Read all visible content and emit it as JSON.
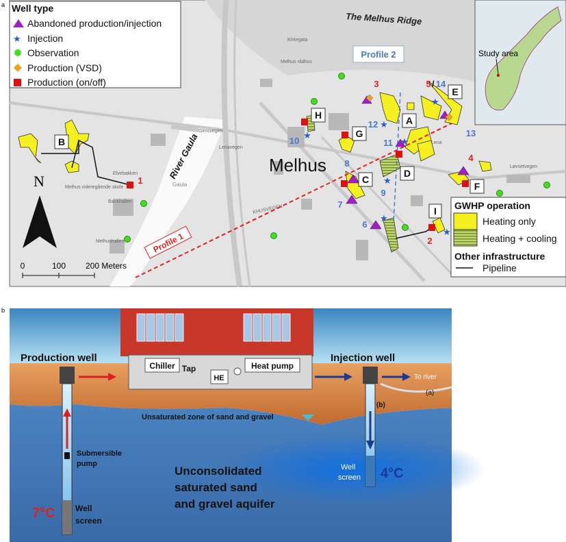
{
  "panel_labels": {
    "a": "a",
    "b": "b"
  },
  "map": {
    "town_label": "Melhus",
    "ridge_label": "The Melhus Ridge",
    "river_label": "River Gaula",
    "river_small": "Gaula",
    "profile1": "Profile 1",
    "profile2": "Profile 2",
    "north": "N",
    "scale": {
      "t0": "0",
      "t1": "100",
      "t2": "200 Meters"
    },
    "inset_label": "Study area",
    "road_labels": [
      "Kirkegata",
      "Melhus rådhus",
      "Lena",
      "Løvsetvegen",
      "Bankhallen",
      "Melhushallen",
      "Melhus videregående skole",
      "Elvebakken",
      "Gimsvegen",
      "Lenavegen",
      "KHUSVEGEN"
    ],
    "well_legend": {
      "title": "Well type",
      "items": [
        "Abandoned production/injection",
        "Injection",
        "Observation",
        "Production (VSD)",
        "Production (on/off)"
      ]
    },
    "gwhp_legend": {
      "title": "GWHP operation",
      "heating_only": "Heating only",
      "heating_cooling": "Heating + cooling",
      "infra_title": "Other infrastructure",
      "pipeline": "Pipeline"
    },
    "site_letters": [
      "A",
      "B",
      "C",
      "D",
      "E",
      "F",
      "G",
      "H",
      "I"
    ],
    "red_numbers": [
      "1",
      "2",
      "3",
      "4",
      "5"
    ],
    "blue_numbers": [
      "6",
      "7",
      "8",
      "9",
      "10",
      "11",
      "12",
      "13",
      "14"
    ],
    "colors": {
      "abandoned": "#a020c8",
      "injection": "#2a5cc8",
      "observation": "#44dd22",
      "vsd": "#f0a020",
      "onoff": "#dd1111",
      "heating": "#f5f020",
      "cooling": "#a8c060"
    }
  },
  "diagram": {
    "production_well": "Production well",
    "injection_well": "Injection well",
    "chiller": "Chiller",
    "tap": "Tap",
    "he": "HE",
    "heat_pump": "Heat pump",
    "to_river": "To river",
    "a_label": "(a)",
    "b_label": "(b)",
    "unsaturated": "Unsaturated zone of sand and gravel",
    "submersible": "Submersible",
    "pump": "pump",
    "aquifer": [
      "Unconsolidated",
      "saturated sand",
      "and gravel aquifer"
    ],
    "well_screen_left": [
      "Well",
      "screen"
    ],
    "well_screen_right": [
      "Well",
      "screen"
    ],
    "temp_prod": "7°C",
    "temp_inj": "4°C"
  }
}
